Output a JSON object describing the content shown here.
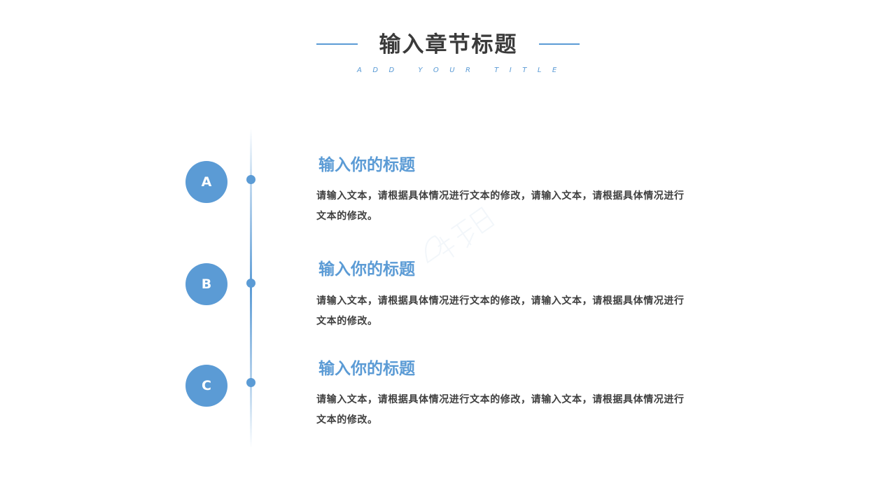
{
  "header": {
    "title": "输入章节标题",
    "subtitle": "ADD YOUR TITLE",
    "accent_color": "#5b9bd5",
    "title_color": "#3a3a3a"
  },
  "timeline": {
    "items": [
      {
        "badge": "A",
        "title": "输入你的标题",
        "body": "请输入文本，请根据具体情况进行文本的修改，请输入文本，请根据具体情况进行文本的修改。"
      },
      {
        "badge": "B",
        "title": "输入你的标题",
        "body": "请输入文本，请根据具体情况进行文本的修改，请输入文本，请根据具体情况进行文本的修改。"
      },
      {
        "badge": "C",
        "title": "输入你的标题",
        "body": "请输入文本，请根据具体情况进行文本的修改，请输入文本，请根据具体情况进行文本的修改。"
      }
    ]
  },
  "colors": {
    "accent": "#5b9bd5",
    "body_text": "#404040",
    "background": "#ffffff"
  }
}
